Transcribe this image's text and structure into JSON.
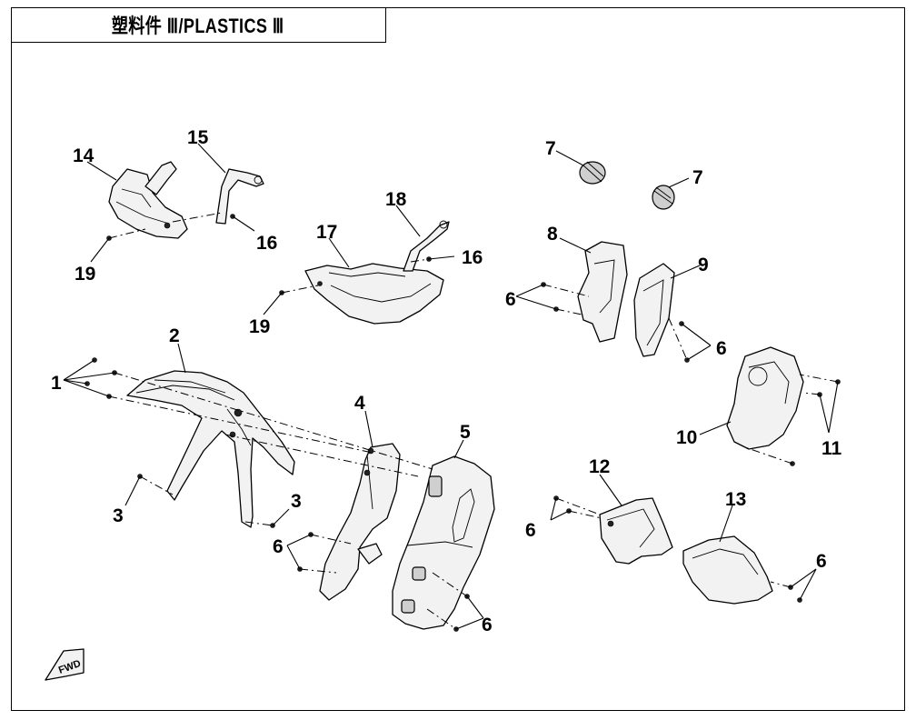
{
  "title": "塑料件 Ⅲ/PLASTICS Ⅲ",
  "fwd_label": "FWD",
  "callouts": {
    "c1": "1",
    "c2": "2",
    "c3a": "3",
    "c3b": "3",
    "c4": "4",
    "c5": "5",
    "c6a": "6",
    "c6b": "6",
    "c6c": "6",
    "c6d": "6",
    "c6e": "6",
    "c6f": "6",
    "c7a": "7",
    "c7b": "7",
    "c8": "8",
    "c9": "9",
    "c10": "10",
    "c11": "11",
    "c12": "12",
    "c13": "13",
    "c14": "14",
    "c15": "15",
    "c16a": "16",
    "c16b": "16",
    "c17": "17",
    "c18": "18",
    "c19a": "19",
    "c19b": "19"
  }
}
